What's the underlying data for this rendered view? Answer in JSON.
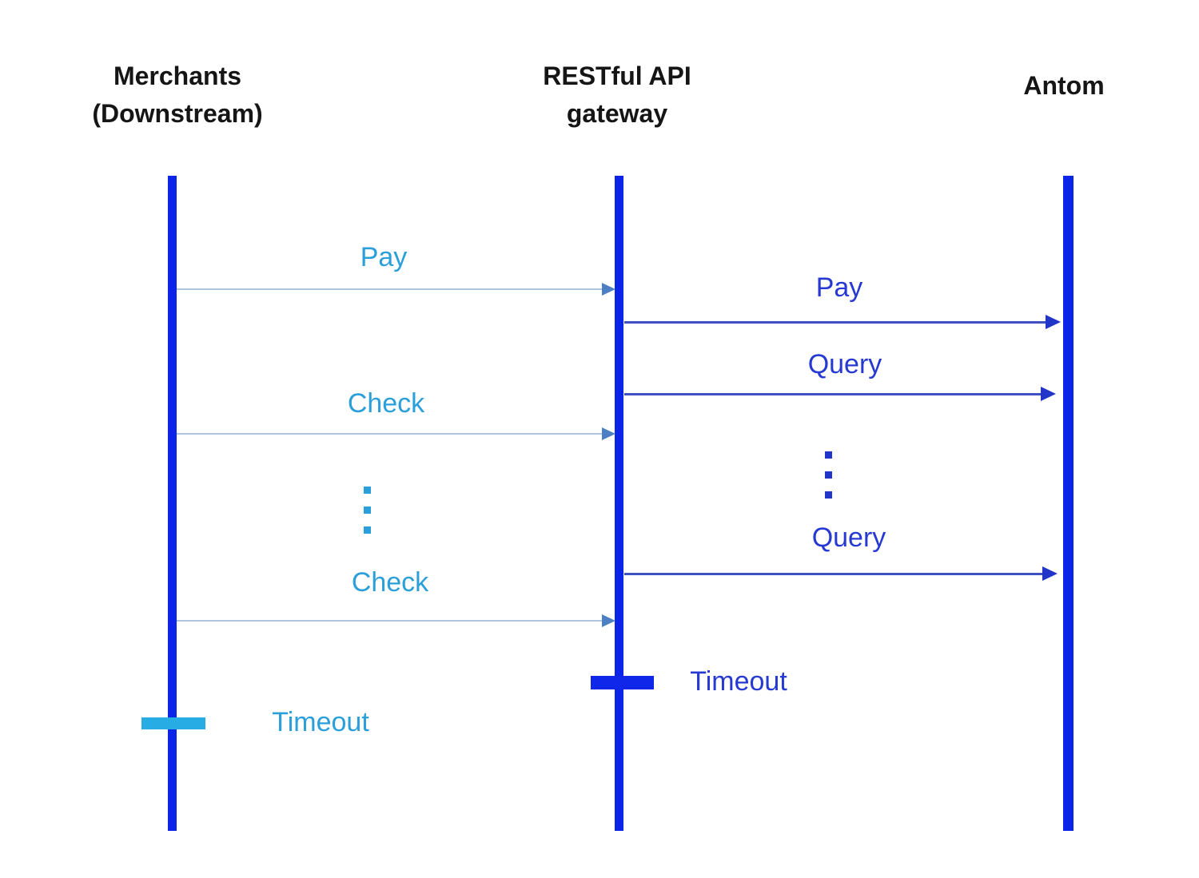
{
  "diagram_type": "sequence-diagram",
  "lifelines": [
    {
      "name": "merchants",
      "line1": "Merchants",
      "line2": "(Downstream)"
    },
    {
      "name": "gateway",
      "line1": "RESTful API",
      "line2": "gateway"
    },
    {
      "name": "antom",
      "line1": "Antom",
      "line2": ""
    }
  ],
  "messages": [
    {
      "from": "Merchants (Downstream)",
      "to": "RESTful API gateway",
      "label": "Pay",
      "style": "light"
    },
    {
      "from": "RESTful API gateway",
      "to": "Antom",
      "label": "Pay",
      "style": "dark"
    },
    {
      "from": "RESTful API gateway",
      "to": "Antom",
      "label": "Query",
      "style": "dark"
    },
    {
      "from": "Merchants (Downstream)",
      "to": "RESTful API gateway",
      "label": "Check",
      "style": "light"
    },
    {
      "from": "RESTful API gateway",
      "to": "Antom",
      "label": "Query",
      "style": "dark"
    },
    {
      "from": "Merchants (Downstream)",
      "to": "RESTful API gateway",
      "label": "Check",
      "style": "light"
    }
  ],
  "continuations": [
    {
      "between": "Merchants (Downstream) and RESTful API gateway",
      "symbol": "vertical-ellipsis",
      "style": "light"
    },
    {
      "between": "RESTful API gateway and Antom",
      "symbol": "vertical-ellipsis",
      "style": "dark"
    }
  ],
  "timeouts": [
    {
      "lifeline": "Merchants (Downstream)",
      "label": "Timeout",
      "style": "light"
    },
    {
      "lifeline": "RESTful API gateway",
      "label": "Timeout",
      "style": "dark"
    }
  ],
  "colors": {
    "lifeline_color": "#0c23e8",
    "light_text": "#2b9fd9",
    "light_line": "#adc6dd",
    "light_arrowhead": "#4c7fc3",
    "dark_text": "#2639d2",
    "dark_line": "#3e51c3",
    "dark_arrowhead": "#2135c9",
    "timeout_light": "#27ace3",
    "timeout_dark": "#1026e8",
    "header_text": "#151515"
  }
}
